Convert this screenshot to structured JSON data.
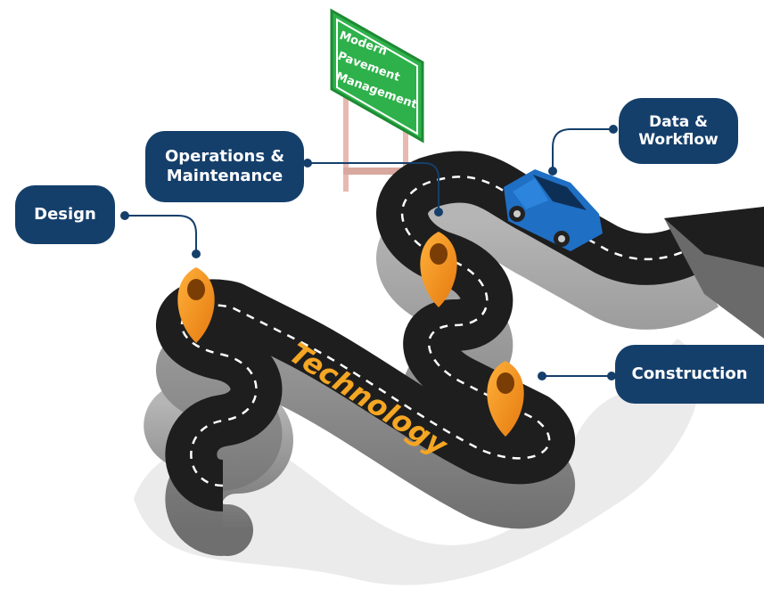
{
  "sign": {
    "lines": [
      "Modern",
      "Pavement",
      "Management"
    ]
  },
  "road": {
    "label": "Technology"
  },
  "milestones": {
    "design": "Design",
    "operations": "Operations &\nMaintenance",
    "data": "Data &\nWorkflow",
    "construction": "Construction"
  },
  "colors": {
    "label_bg": "#153f6b",
    "sign_green": "#2eb14a",
    "pin_orange": "#f39a1e",
    "road_top": "#1e1e1e",
    "road_side": "#8f8f8f",
    "road_text": "#f5a623",
    "car_blue": "#1f6fc4"
  },
  "icons": [
    "location-pin-icon",
    "car-icon",
    "road-sign-icon",
    "arrow-icon"
  ]
}
